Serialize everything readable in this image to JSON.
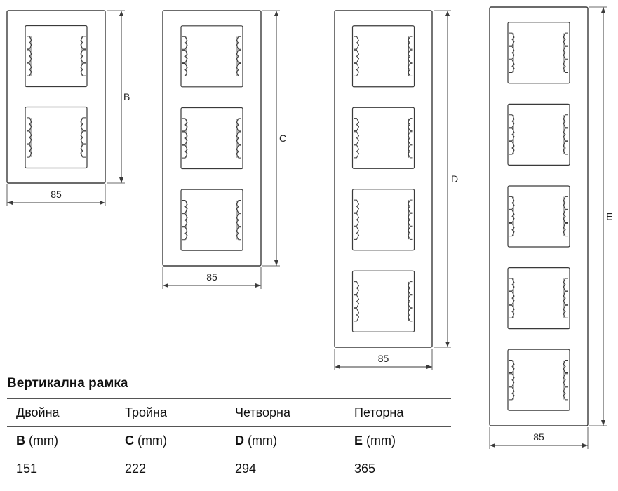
{
  "frames": [
    {
      "gangs": 2,
      "width_label": "85",
      "height_label": "B"
    },
    {
      "gangs": 3,
      "width_label": "85",
      "height_label": "C"
    },
    {
      "gangs": 4,
      "width_label": "85",
      "height_label": "D"
    },
    {
      "gangs": 5,
      "width_label": "85",
      "height_label": "E"
    }
  ],
  "table": {
    "title": "Вертикална рамка",
    "names": [
      "Двойна",
      "Тройна",
      "Четворна",
      "Петорна"
    ],
    "dimension_headers": [
      {
        "symbol": "B",
        "unit": "(mm)"
      },
      {
        "symbol": "C",
        "unit": "(mm)"
      },
      {
        "symbol": "D",
        "unit": "(mm)"
      },
      {
        "symbol": "E",
        "unit": "(mm)"
      }
    ],
    "values": [
      "151",
      "222",
      "294",
      "365"
    ]
  },
  "colors": {
    "line": "#3a3a3a",
    "frame_fill": "#ffffff"
  }
}
